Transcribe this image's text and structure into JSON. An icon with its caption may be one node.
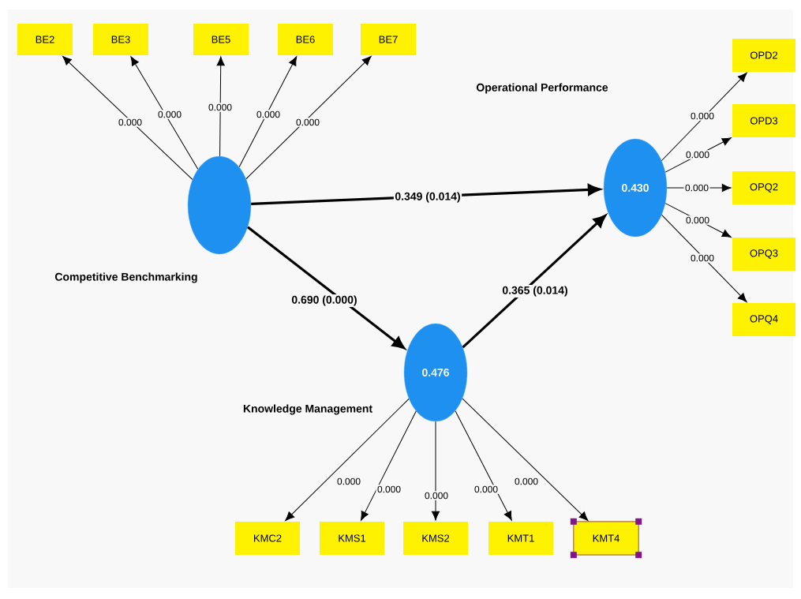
{
  "diagram": {
    "nodes": [
      {
        "text": [
          "Competitive Benchmarking"
        ]
      },
      {
        "text": [
          "Operational Performance",
          "0.430"
        ]
      },
      {
        "text": [
          "Knowledge Management",
          "0.476"
        ]
      },
      {
        "text": [
          "BE2"
        ]
      },
      {
        "text": [
          "BE3"
        ]
      },
      {
        "text": [
          "BE5"
        ]
      },
      {
        "text": [
          "BE6"
        ]
      },
      {
        "text": [
          "BE7"
        ]
      },
      {
        "text": [
          "OPD2"
        ]
      },
      {
        "text": [
          "OPD3"
        ]
      },
      {
        "text": [
          "OPQ2"
        ]
      },
      {
        "text": [
          "OPQ3"
        ]
      },
      {
        "text": [
          "OPQ4"
        ]
      },
      {
        "text": [
          "KMC2"
        ]
      },
      {
        "text": [
          "KMS1"
        ]
      },
      {
        "text": [
          "KMS2"
        ]
      },
      {
        "text": [
          "KMT1"
        ]
      },
      {
        "text": [
          "KMT4"
        ]
      }
    ],
    "edges": [
      {
        "from": 0,
        "to": 1,
        "arrow": "to",
        "label": "0.349 (0.014)",
        "style": "thick"
      },
      {
        "from": 0,
        "to": 2,
        "arrow": "to",
        "label": "0.690 (0.000)",
        "style": "thick"
      },
      {
        "from": 2,
        "to": 1,
        "arrow": "to",
        "label": "0.365 (0.014)",
        "style": "thick"
      },
      {
        "from": 0,
        "to": 3,
        "arrow": "to",
        "label": "0.000"
      },
      {
        "from": 0,
        "to": 4,
        "arrow": "to",
        "label": "0.000"
      },
      {
        "from": 0,
        "to": 5,
        "arrow": "to",
        "label": "0.000"
      },
      {
        "from": 0,
        "to": 6,
        "arrow": "to",
        "label": "0.000"
      },
      {
        "from": 0,
        "to": 7,
        "arrow": "to",
        "label": "0.000"
      },
      {
        "from": 1,
        "to": 8,
        "arrow": "to",
        "label": "0.000"
      },
      {
        "from": 1,
        "to": 9,
        "arrow": "to",
        "label": "0.000"
      },
      {
        "from": 1,
        "to": 10,
        "arrow": "to",
        "label": "0.000"
      },
      {
        "from": 1,
        "to": 11,
        "arrow": "to",
        "label": "0.000"
      },
      {
        "from": 1,
        "to": 12,
        "arrow": "to",
        "label": "0.000"
      },
      {
        "from": 2,
        "to": 13,
        "arrow": "to",
        "label": "0.000"
      },
      {
        "from": 2,
        "to": 14,
        "arrow": "to",
        "label": "0.000"
      },
      {
        "from": 2,
        "to": 15,
        "arrow": "to",
        "label": "0.000"
      },
      {
        "from": 2,
        "to": 16,
        "arrow": "to",
        "label": "0.000"
      },
      {
        "from": 2,
        "to": 17,
        "arrow": "to",
        "label": "0.000"
      }
    ]
  }
}
